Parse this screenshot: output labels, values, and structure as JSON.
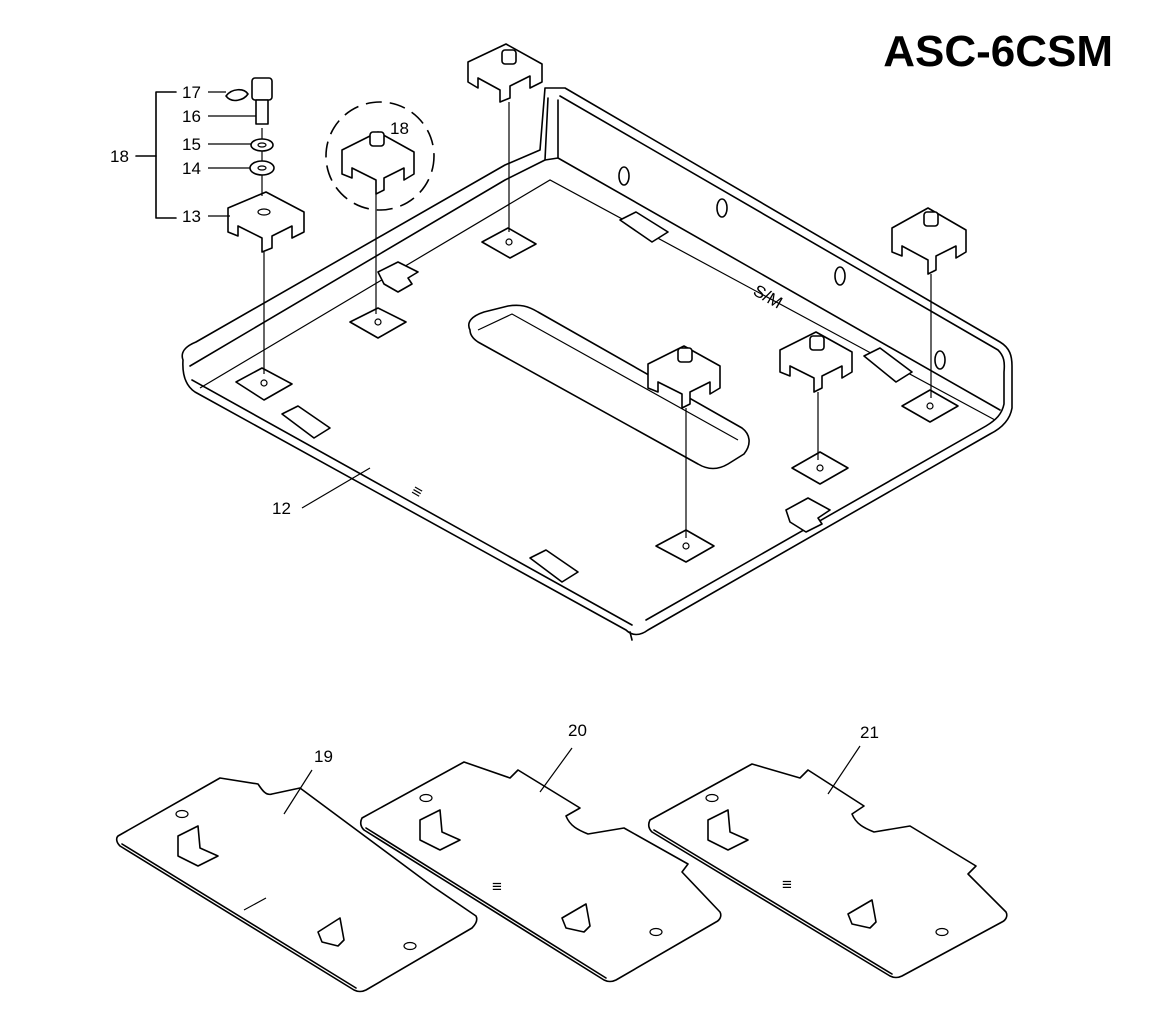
{
  "title": "ASC-6CSM",
  "callouts": {
    "c12": "12",
    "c13": "13",
    "c14": "14",
    "c15": "15",
    "c16": "16",
    "c17": "17",
    "c18_bracket": "18",
    "c18_detail": "18",
    "c19": "19",
    "c20": "20",
    "c21": "21"
  },
  "colors": {
    "line": "#000000",
    "background": "#ffffff"
  }
}
